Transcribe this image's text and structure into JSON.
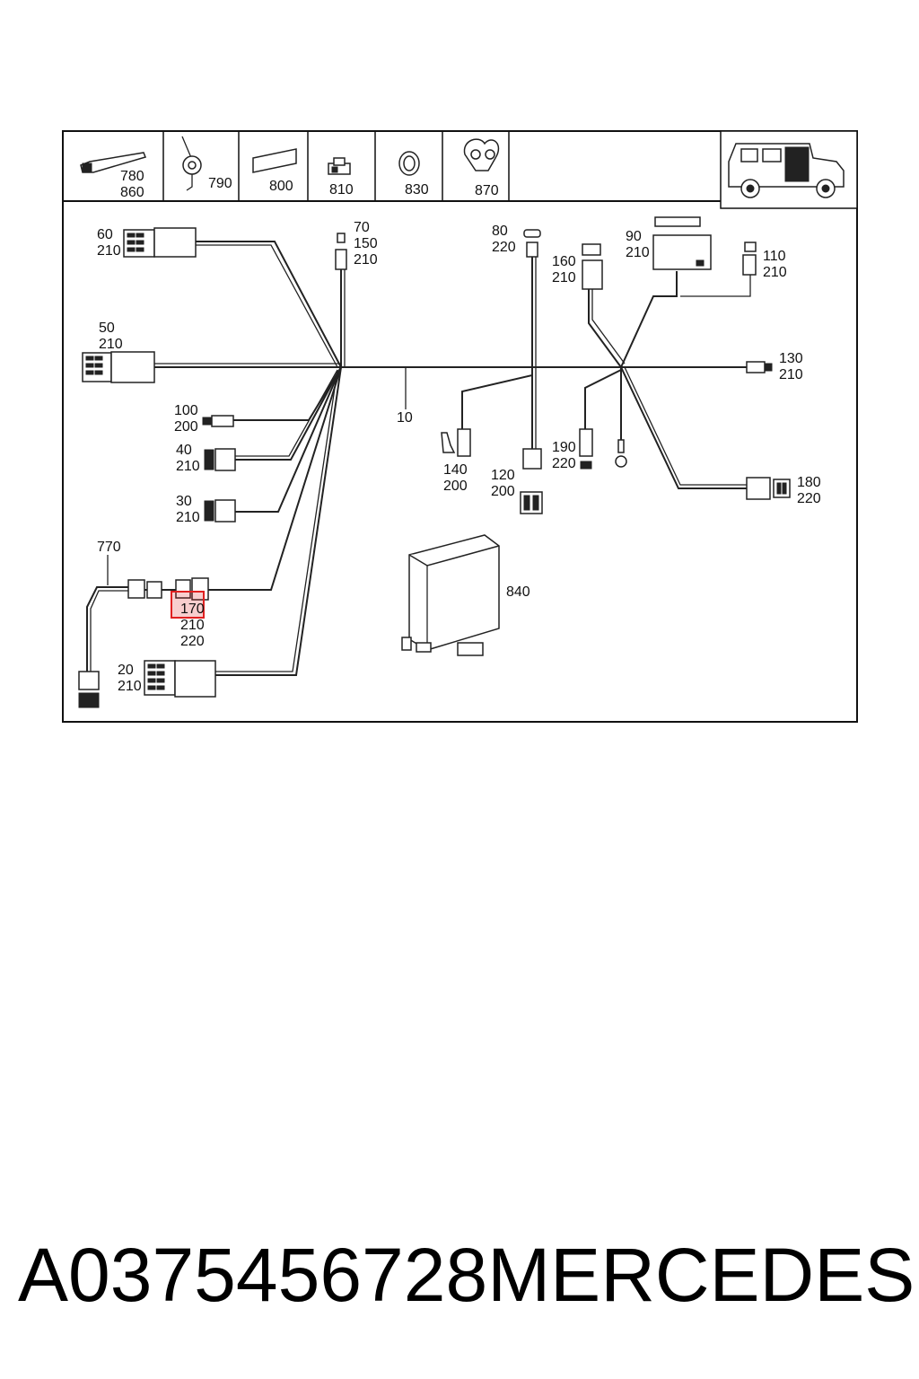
{
  "footer": {
    "part_number": "A0375456728",
    "brand": "MERCEDES"
  },
  "diagram": {
    "header_parts": [
      {
        "id": "cable-tie",
        "labels": [
          "780",
          "860"
        ]
      },
      {
        "id": "clip",
        "labels": [
          "790"
        ]
      },
      {
        "id": "pad",
        "labels": [
          "800"
        ]
      },
      {
        "id": "holder",
        "labels": [
          "810"
        ]
      },
      {
        "id": "grommet",
        "labels": [
          "830"
        ]
      },
      {
        "id": "clamp",
        "labels": [
          "870"
        ]
      }
    ],
    "callouts": {
      "c60": [
        "60",
        "210"
      ],
      "c70": [
        "70",
        "150",
        "210"
      ],
      "c80": [
        "80",
        "220"
      ],
      "c90": [
        "90",
        "210"
      ],
      "c160": [
        "160",
        "210"
      ],
      "c110": [
        "110",
        "210"
      ],
      "c50": [
        "50",
        "210"
      ],
      "c130": [
        "130",
        "210"
      ],
      "c10": [
        "10"
      ],
      "c100": [
        "100",
        "200"
      ],
      "c40": [
        "40",
        "210"
      ],
      "c30": [
        "30",
        "210"
      ],
      "c140": [
        "140",
        "200"
      ],
      "c120": [
        "120",
        "200"
      ],
      "c190": [
        "190",
        "220"
      ],
      "c180": [
        "180",
        "220"
      ],
      "c770": [
        "770"
      ],
      "c170": [
        "170",
        "210",
        "220"
      ],
      "c840": [
        "840"
      ],
      "c20": [
        "20",
        "210"
      ]
    },
    "highlighted_callout": "170",
    "highlight_color": "#e02020"
  }
}
